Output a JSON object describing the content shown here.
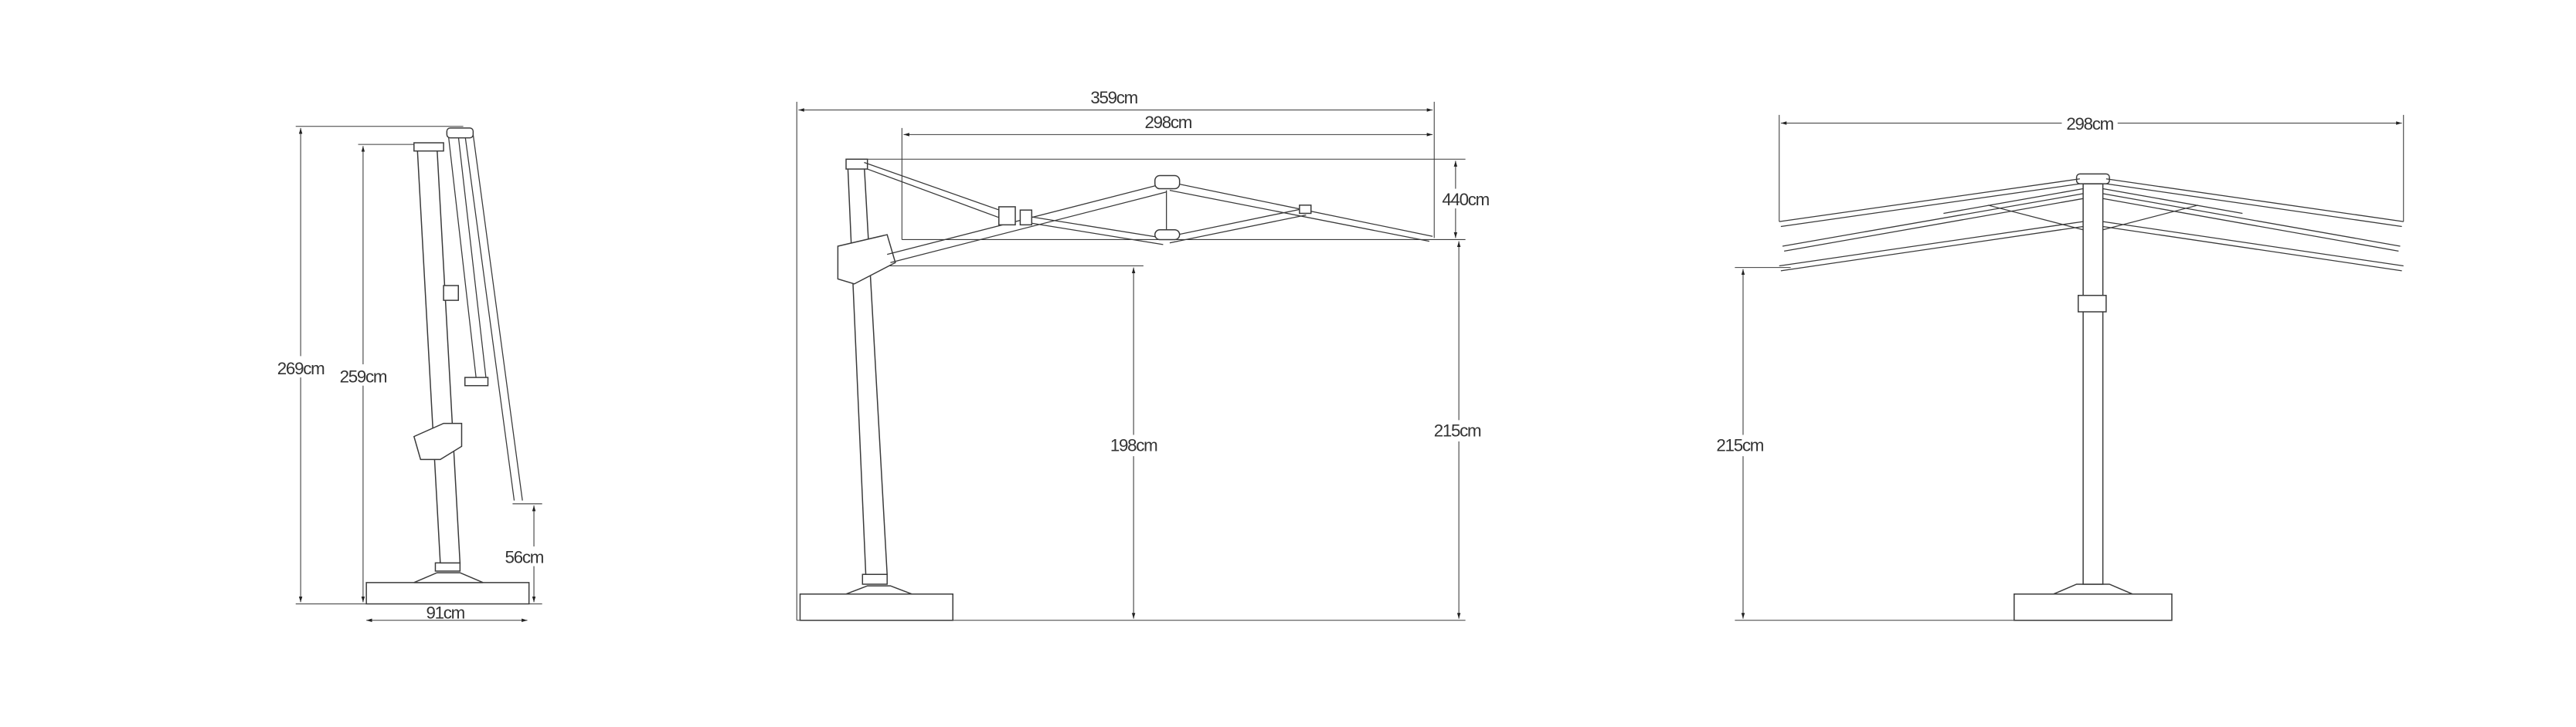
{
  "views": {
    "side_folded": {
      "overall_height": "269cm",
      "pole_height": "259cm",
      "rib_clearance": "56cm",
      "base_width": "91cm"
    },
    "side_open": {
      "total_reach": "359cm",
      "canopy_width": "298cm",
      "canopy_depth": "440cm",
      "overall_height": "215cm",
      "clearance_height": "198cm"
    },
    "front_open": {
      "canopy_width": "298cm",
      "overall_height": "215cm"
    }
  }
}
